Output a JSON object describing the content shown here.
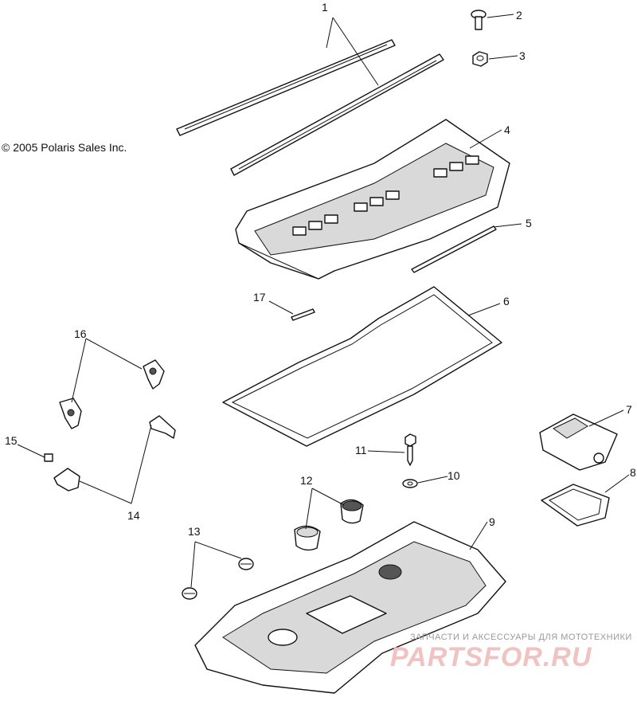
{
  "copyright": "© 2005 Polaris Sales Inc.",
  "callouts": [
    "1",
    "2",
    "3",
    "4",
    "5",
    "6",
    "7",
    "8",
    "9",
    "10",
    "11",
    "12",
    "13",
    "14",
    "15",
    "16",
    "17"
  ],
  "watermark": {
    "tagline": "ЗАПЧАСТИ И АКСЕССУАРЫ ДЛЯ МОТОТЕХНИКИ",
    "logo": "PARTSFOR.RU"
  },
  "colors": {
    "line": "#111111",
    "background": "#ffffff",
    "watermark": "#f0c2c2"
  }
}
